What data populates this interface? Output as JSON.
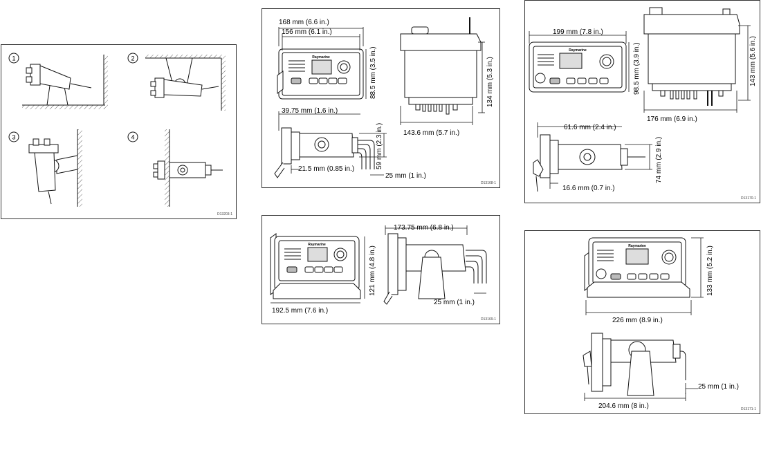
{
  "panel1": {
    "steps": [
      "1",
      "2",
      "3",
      "4"
    ],
    "code": "D13203-1"
  },
  "panel2": {
    "brand": "Raymarine",
    "dims": {
      "width_outer": "168 mm (6.6 in.)",
      "width_inner": "156 mm (6.1 in.)",
      "height_front": "88.5 mm (3.5 in.)",
      "height_body": "134 mm (5.3 in.)",
      "width_body": "143.6 mm (5.7 in.)",
      "depth_total": "39.75 mm (1.6 in.)",
      "side_height": "59 mm (2.3 in.)",
      "flange": "21.5 mm (0.85 in.)",
      "cable": "25 mm (1 in.)"
    },
    "code": "D13168-1"
  },
  "panel3": {
    "brand": "Raymarine",
    "dims": {
      "depth": "173.75 mm (6.8 in.)",
      "height": "121 mm (4.8 in.)",
      "width": "192.5 mm (7.6 in.)",
      "cable": "25 mm (1 in.)"
    },
    "code": "D13169-1"
  },
  "panel4": {
    "brand": "Raymarine",
    "dims": {
      "width": "199 mm (7.8 in.)",
      "height_front": "98.5 mm (3.9 in.)",
      "height_body": "143 mm (5.6 in.)",
      "width_body": "176 mm (6.9 in.)",
      "depth": "61.6 mm (2.4 in.)",
      "side_height": "74 mm (2.9 in.)",
      "flange": "16.6 mm (0.7 in.)"
    },
    "code": "D13170-1"
  },
  "panel5": {
    "brand": "Raymarine",
    "dims": {
      "height": "133 mm (5.2 in.)",
      "width": "226 mm (8.9 in.)",
      "cable": "25 mm (1 in.)",
      "depth": "204.6 mm (8 in.)"
    },
    "code": "D13171-1"
  }
}
